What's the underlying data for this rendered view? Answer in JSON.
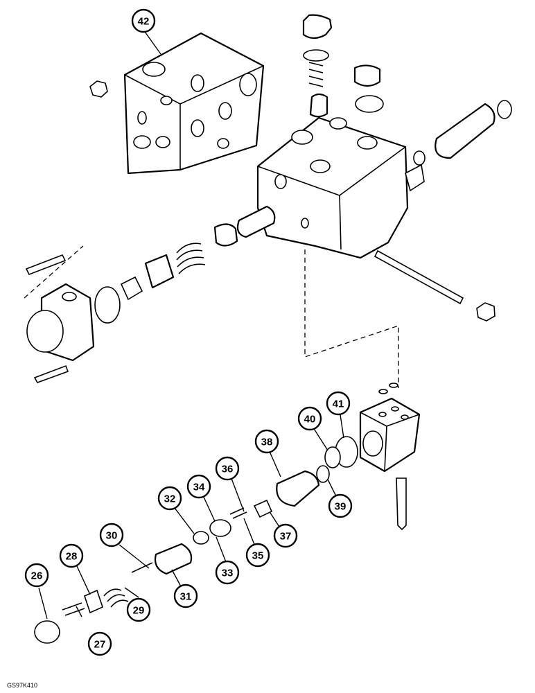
{
  "figure_code": "GS97K410",
  "callouts": [
    {
      "id": "c26",
      "label": "26"
    },
    {
      "id": "c27",
      "label": "27"
    },
    {
      "id": "c28",
      "label": "28"
    },
    {
      "id": "c29",
      "label": "29"
    },
    {
      "id": "c30",
      "label": "30"
    },
    {
      "id": "c31",
      "label": "31"
    },
    {
      "id": "c32",
      "label": "32"
    },
    {
      "id": "c33",
      "label": "33"
    },
    {
      "id": "c34",
      "label": "34"
    },
    {
      "id": "c35",
      "label": "35"
    },
    {
      "id": "c36",
      "label": "36"
    },
    {
      "id": "c37",
      "label": "37"
    },
    {
      "id": "c38",
      "label": "38"
    },
    {
      "id": "c39",
      "label": "39"
    },
    {
      "id": "c40",
      "label": "40"
    },
    {
      "id": "c41",
      "label": "41"
    },
    {
      "id": "c42",
      "label": "42"
    }
  ]
}
